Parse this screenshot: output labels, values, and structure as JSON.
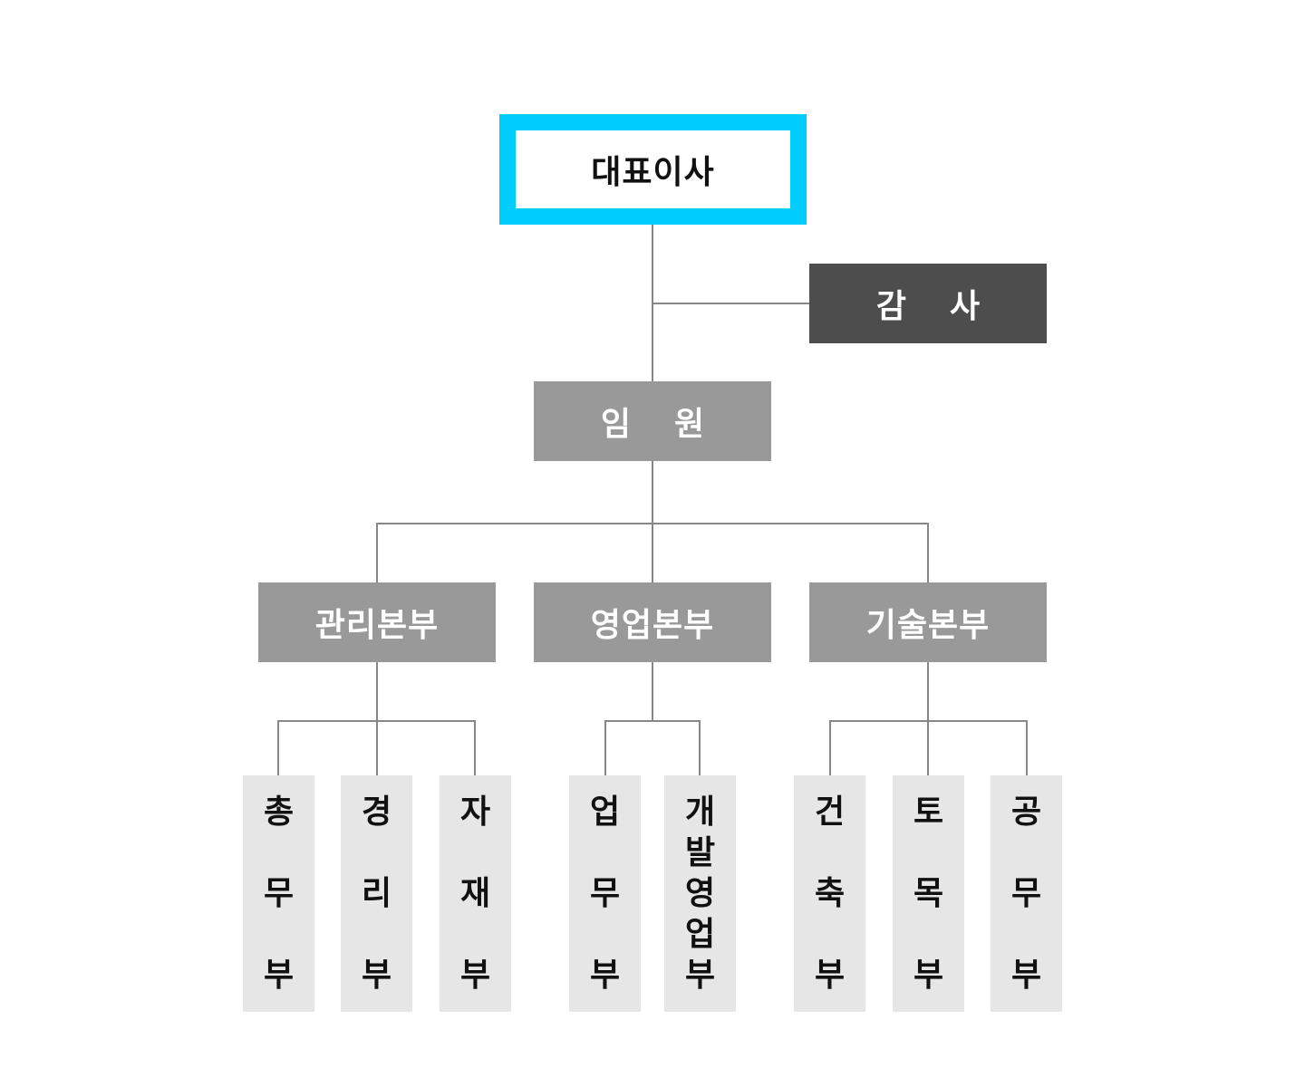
{
  "colors": {
    "ceo_border": "#00cdfc",
    "audit_fill": "#4d4d4d",
    "division_fill": "#999999",
    "department_fill": "#e6e6e6",
    "connector": "#888888"
  },
  "ceo": {
    "label": "대표이사"
  },
  "audit": {
    "label_1": "감",
    "label_2": "사"
  },
  "executive": {
    "label_1": "임",
    "label_2": "원"
  },
  "divisions": [
    {
      "label": "관리본부"
    },
    {
      "label": "영업본부"
    },
    {
      "label": "기술본부"
    }
  ],
  "departments": [
    {
      "chars": [
        "총",
        "무",
        "부"
      ]
    },
    {
      "chars": [
        "경",
        "리",
        "부"
      ]
    },
    {
      "chars": [
        "자",
        "재",
        "부"
      ]
    },
    {
      "chars": [
        "업",
        "무",
        "부"
      ]
    },
    {
      "chars": [
        "개",
        "발",
        "영",
        "업",
        "부"
      ]
    },
    {
      "chars": [
        "건",
        "축",
        "부"
      ]
    },
    {
      "chars": [
        "토",
        "목",
        "부"
      ]
    },
    {
      "chars": [
        "공",
        "무",
        "부"
      ]
    }
  ]
}
